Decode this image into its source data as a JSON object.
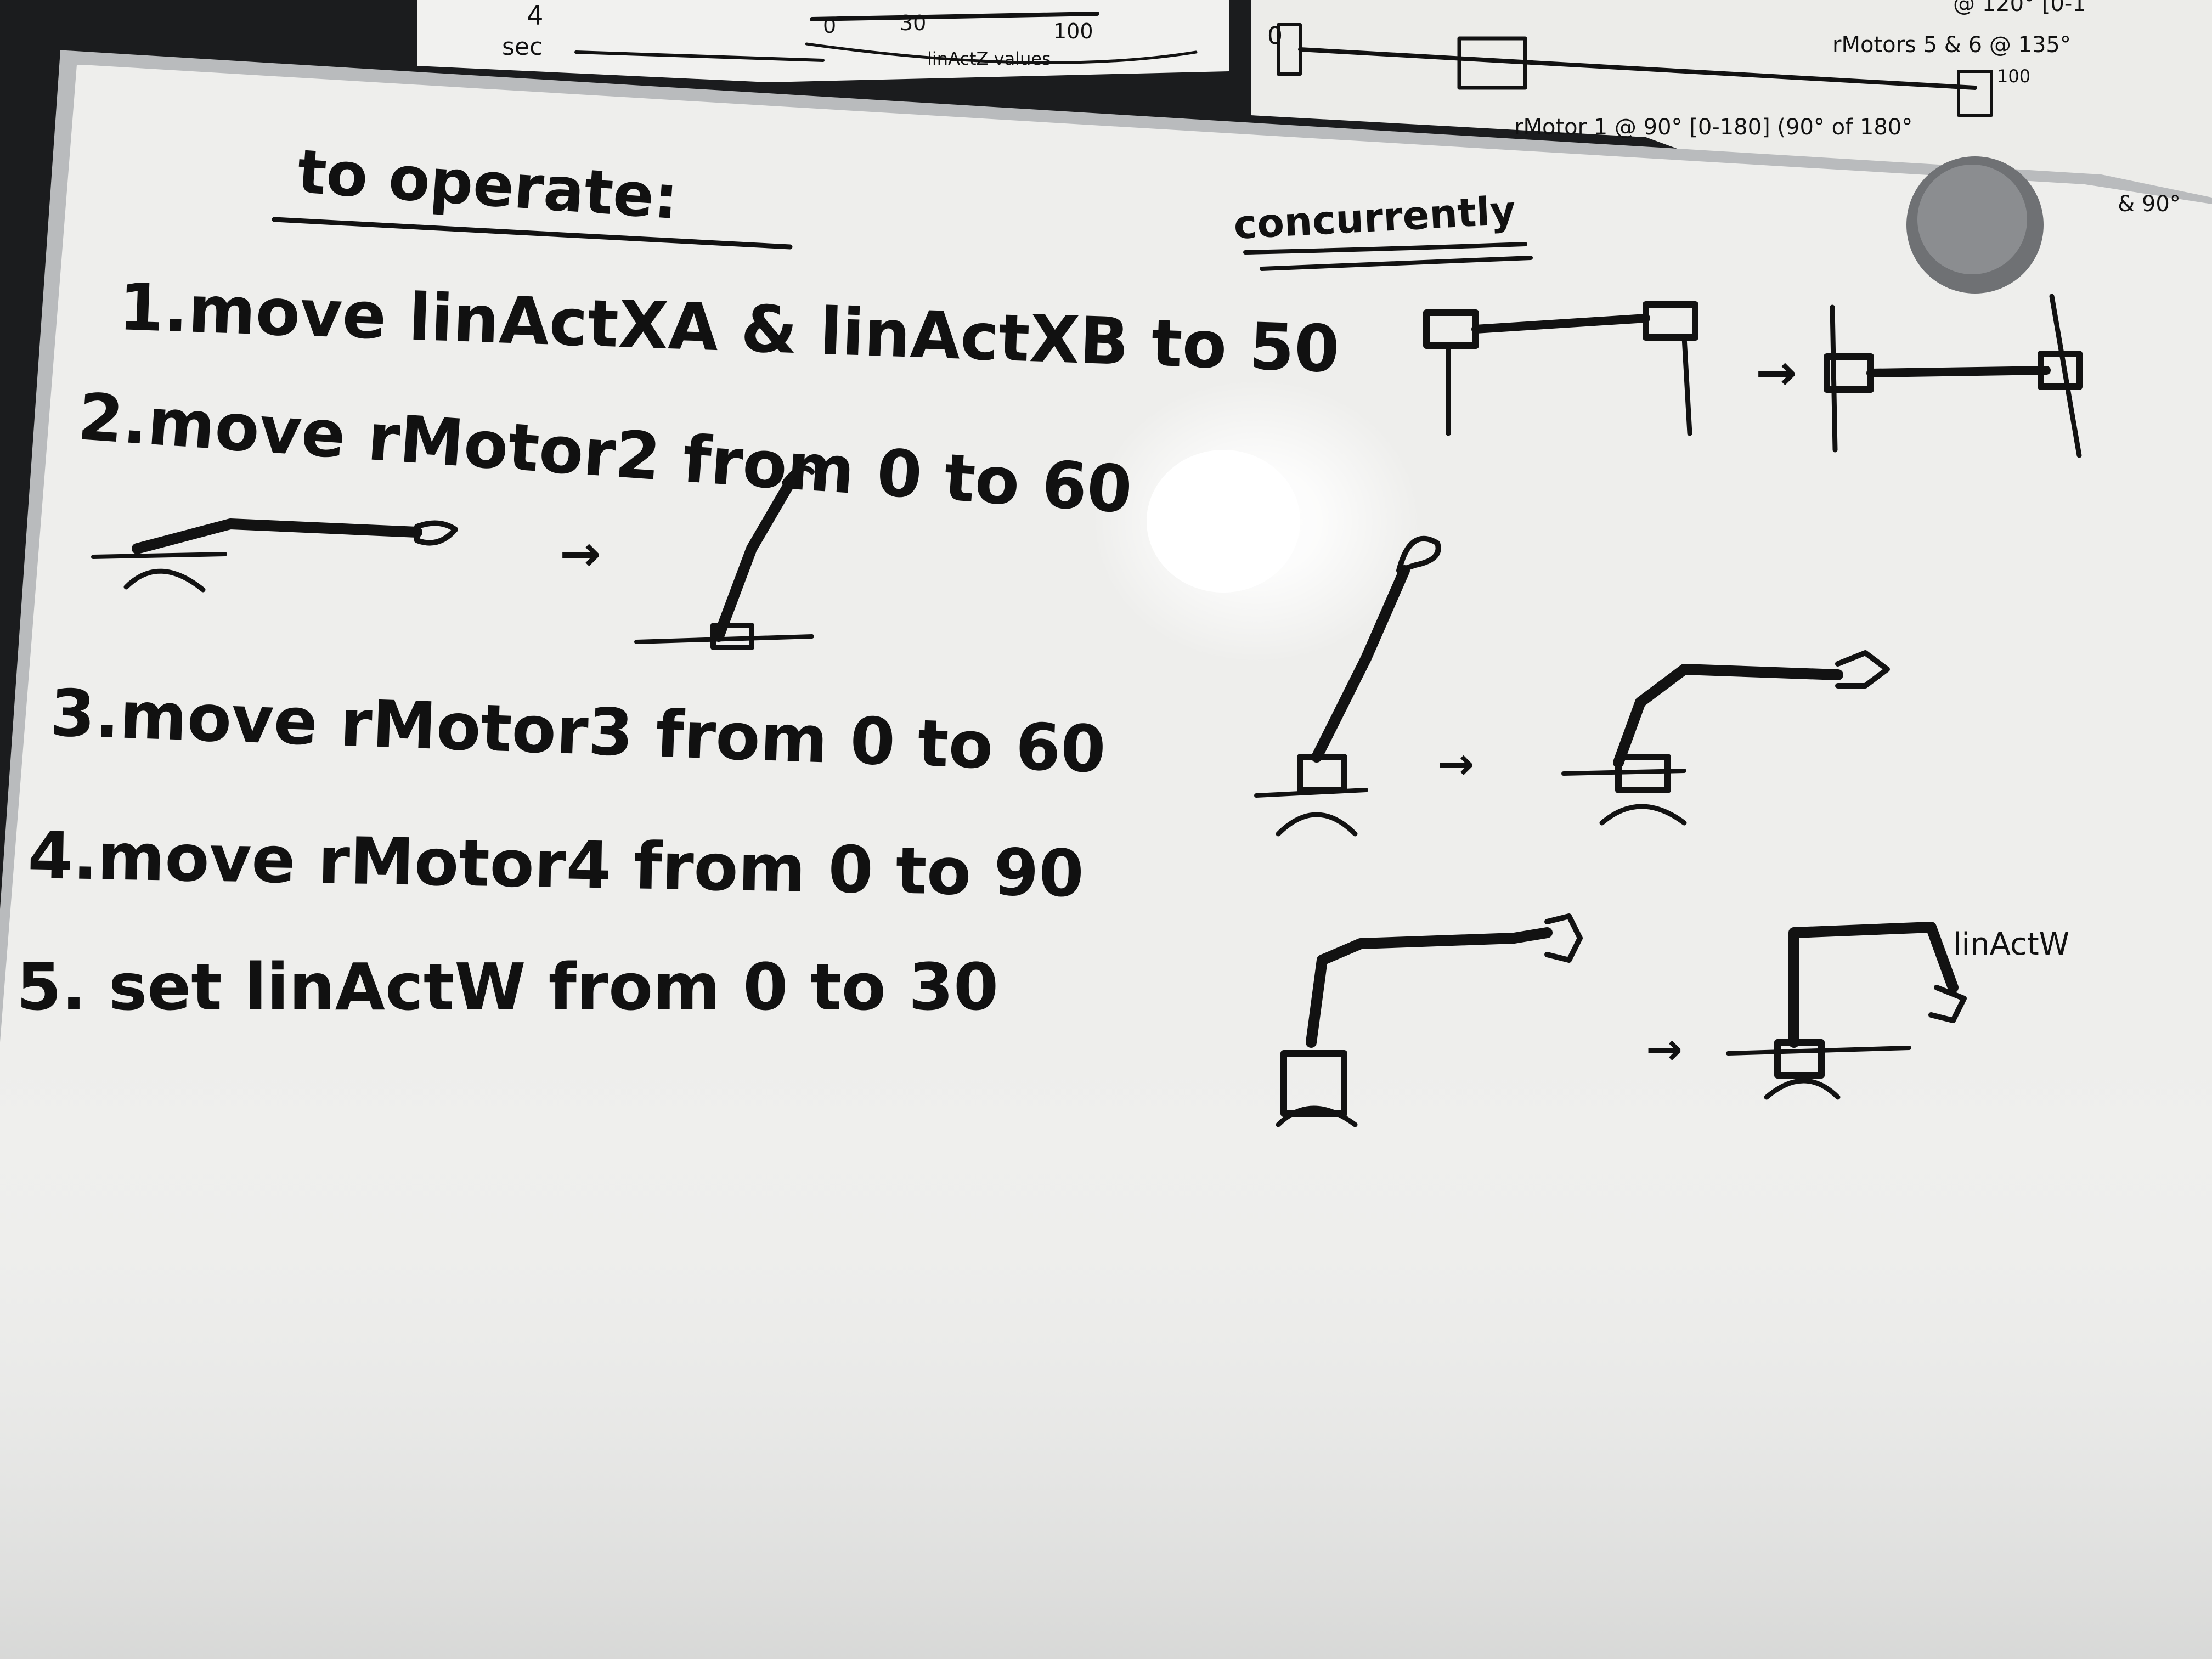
{
  "colors": {
    "board": "#eeeeec",
    "board_shadow": "#cfd0cf",
    "frame": "#b9bbbd",
    "ink": "#111111",
    "background": "#1b1c1e",
    "paper": "#f1f1ef",
    "magnet": "#7d7f82"
  },
  "whiteboard": {
    "heading": "to operate:",
    "annotation": "concurrently",
    "steps": [
      "1.move linActXA & linActXB to 50",
      "2.move rMotor2 from 0 to 60",
      "3.move rMotor3 from 0 to 60",
      "4.move rMotor4 from 0 to 90",
      "5. set linActW from 0 to 30"
    ],
    "sketch_label": "linActW",
    "arrows": [
      "→",
      "→",
      "→",
      "→",
      "→"
    ]
  },
  "background_paper": {
    "left_scale": {
      "ticks": [
        "0",
        "30",
        "100"
      ],
      "caption": "linActZ values",
      "side": "4",
      "side2": "sec"
    },
    "right_notes": [
      "@ 120° [0-1",
      "rMotors 5 & 6 @ 135°",
      "100",
      "rMotor 1 @ 90° [0-180] (90° of 180°",
      "& 90°"
    ],
    "left_marker": "0"
  }
}
